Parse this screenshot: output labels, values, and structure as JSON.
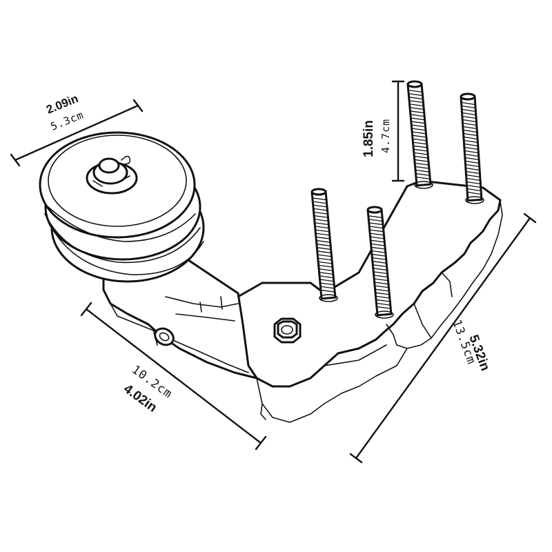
{
  "dimensions": {
    "pulley_width": {
      "inches": "2.09in",
      "cm": "5.3cm"
    },
    "stud_height": {
      "inches": "1.85in",
      "cm": "4.7cm"
    },
    "arm_length": {
      "cm": "10.2cm",
      "inches": "4.02in"
    },
    "plate_length": {
      "inches": "5.32in",
      "cm": "13.5cm"
    }
  },
  "colors": {
    "ink": "#111111",
    "background": "#ffffff"
  }
}
